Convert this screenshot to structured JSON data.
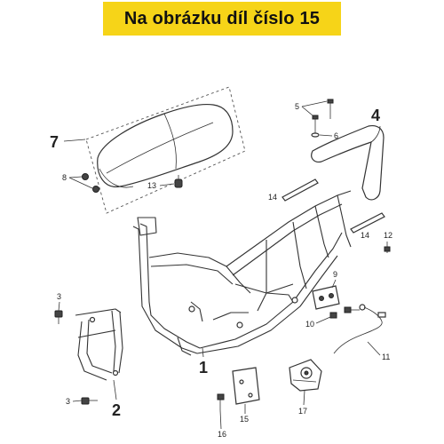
{
  "banner": {
    "text": "Na obrázku díl číslo 15",
    "background": "#f6d418"
  },
  "callouts": {
    "c1": "1",
    "c2": "2",
    "c3a": "3",
    "c3b": "3",
    "c4": "4",
    "c5": "5",
    "c6": "6",
    "c7": "7",
    "c8": "8",
    "c9": "9",
    "c10": "10",
    "c11": "11",
    "c12": "12",
    "c13": "13",
    "c14a": "14",
    "c14b": "14",
    "c15": "15",
    "c16": "16",
    "c17": "17"
  },
  "icons": {
    "seat": "seat-icon",
    "frame": "scooter-frame-icon",
    "rack": "rear-grab-rail-icon",
    "bracket": "front-bracket-icon",
    "bolt": "bolt-icon",
    "latch": "seat-latch-icon",
    "cable": "cable-icon",
    "plate": "mounting-plate-icon",
    "lock": "lock-mechanism-icon"
  }
}
